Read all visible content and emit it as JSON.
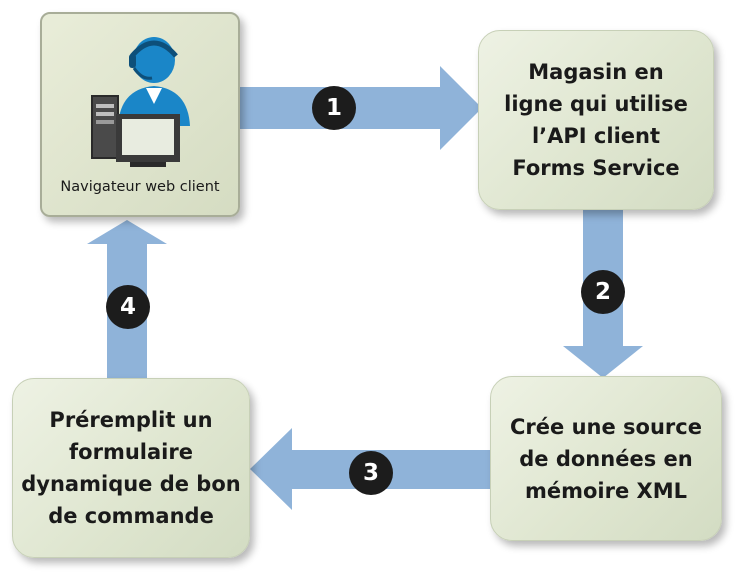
{
  "nodes": {
    "client": {
      "label": "Navigateur web client"
    },
    "store": {
      "lines": [
        "Magasin en",
        "ligne qui utilise",
        "l’API client",
        "Forms Service"
      ]
    },
    "xml": {
      "lines": [
        "Crée une source",
        "de données en",
        "mémoire XML"
      ]
    },
    "form": {
      "lines": [
        "Préremplit un",
        "formulaire",
        "dynamique de bon",
        "de commande"
      ]
    }
  },
  "steps": [
    "1",
    "2",
    "3",
    "4"
  ],
  "colors": {
    "arrow": "#8fb3d9",
    "box": "#dfe6d0",
    "badge": "#1c1c1c",
    "figure": "#1a86c8"
  }
}
